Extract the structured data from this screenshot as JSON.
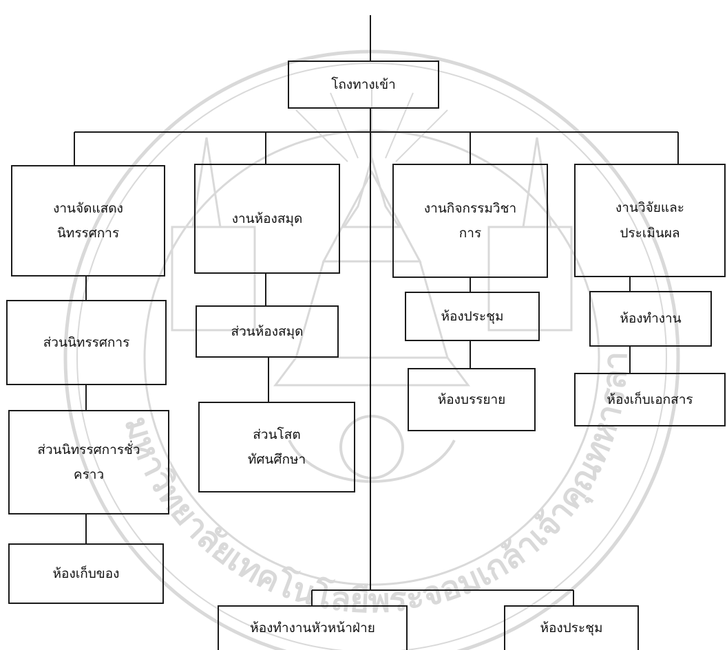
{
  "diagram": {
    "root": {
      "id": "entrance",
      "label": "โถงทางเข้า"
    },
    "departments": [
      {
        "id": "exhibition",
        "label": "งานจัดแสดง\nนิทรรศการ",
        "children": [
          {
            "id": "exhibition-section",
            "label": "ส่วนนิทรรศการ"
          },
          {
            "id": "temporary-exhibition",
            "label": "ส่วนนิทรรศการชั่ว\nคราว"
          },
          {
            "id": "storage-room",
            "label": "ห้องเก็บของ"
          }
        ]
      },
      {
        "id": "library",
        "label": "งานห้องสมุด",
        "children": [
          {
            "id": "library-section",
            "label": "ส่วนห้องสมุด"
          },
          {
            "id": "av-section",
            "label": "ส่วนโสต\nทัศนศึกษา"
          }
        ]
      },
      {
        "id": "academic-activities",
        "label": "งานกิจกรรมวิชา\nการ",
        "children": [
          {
            "id": "meeting-room",
            "label": "ห้องประชุม"
          },
          {
            "id": "lecture-room",
            "label": "ห้องบรรยาย"
          }
        ]
      },
      {
        "id": "research",
        "label": "งานวิจัยและ\nประเมินผล",
        "children": [
          {
            "id": "work-room",
            "label": "ห้องทำงาน"
          },
          {
            "id": "document-room",
            "label": "ห้องเก็บเอกสาร"
          }
        ]
      }
    ],
    "bottom": [
      {
        "id": "head-office",
        "label": "ห้องทำงานหัวหน้าฝ่าย"
      },
      {
        "id": "bottom-meeting-room",
        "label": "ห้องประชุม"
      }
    ]
  },
  "watermark": {
    "seal_text": "มหาวิทยาลัยเทคโนโลยีพระจอมเกล้าเจ้าคุณทหารลาดกระบัง",
    "color": "#d9d9d9"
  },
  "colors": {
    "line": "#1a1a1a",
    "text": "#111111",
    "background": "#ffffff"
  }
}
